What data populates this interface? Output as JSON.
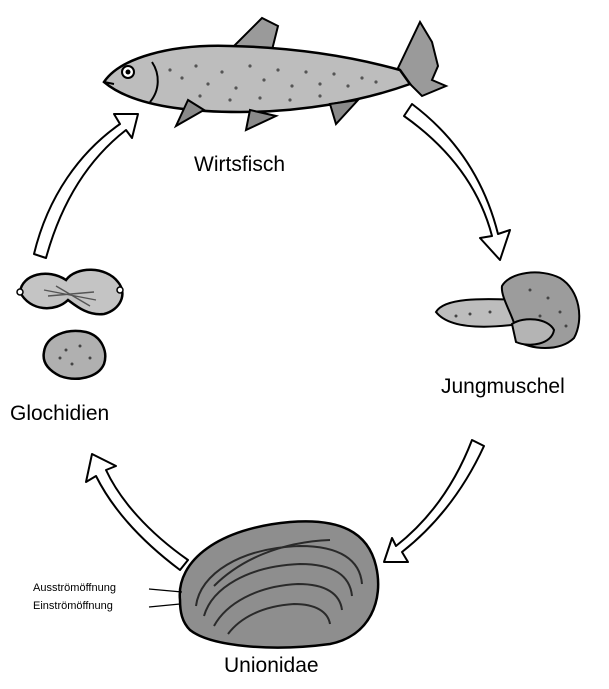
{
  "diagram": {
    "stages": {
      "host_fish": "Wirtsfisch",
      "juvenile_mussel": "Jungmuschel",
      "adult_mussel": "Unionidae",
      "larvae": "Glochidien"
    },
    "mussel_parts": {
      "exhalent": "Ausströmöffnung",
      "inhalent": "Einströmöffnung"
    },
    "colors": {
      "ink": "#000000",
      "background": "#ffffff"
    }
  }
}
